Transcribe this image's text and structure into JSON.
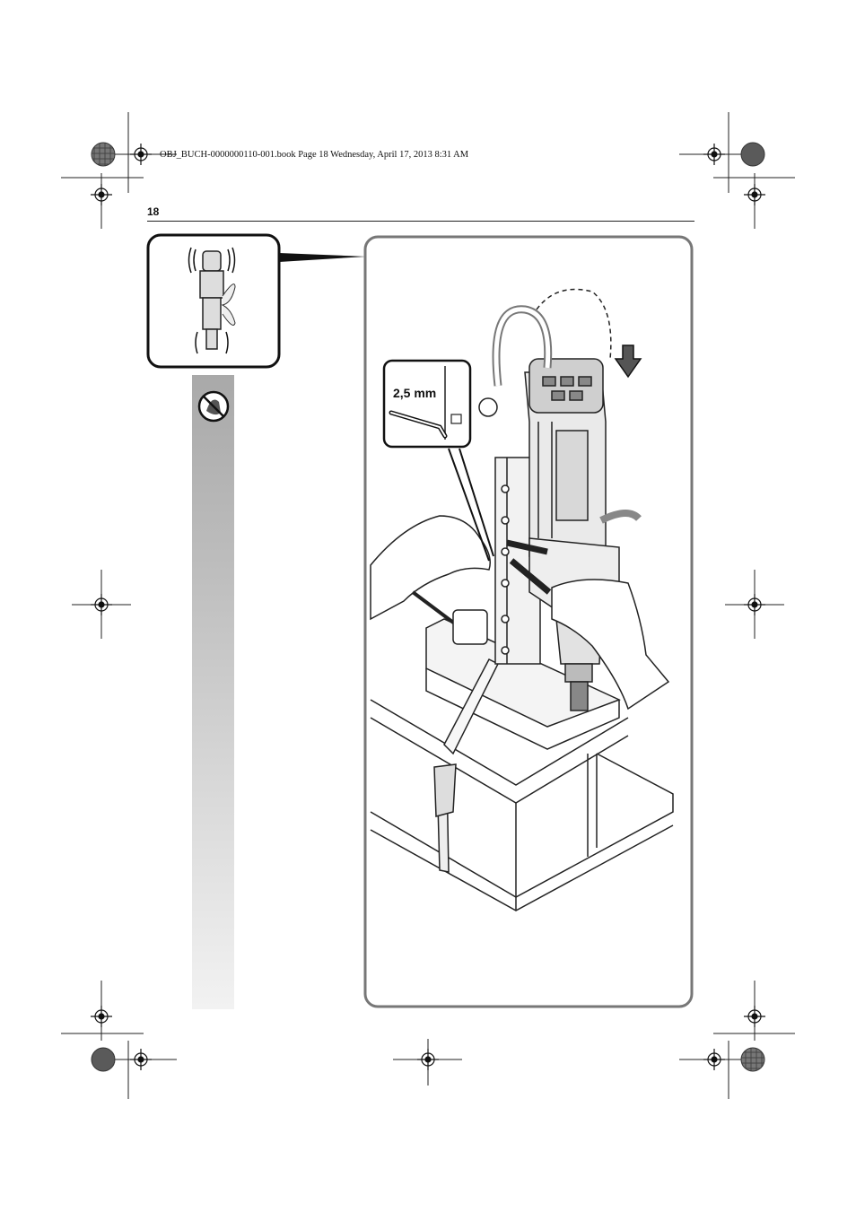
{
  "header": {
    "print_line": "OBJ_BUCH-0000000110-001.book  Page 18  Wednesday, April 17, 2013  8:31 AM",
    "page_number": "18"
  },
  "figure": {
    "inset_label": "2,5 mm"
  },
  "colors": {
    "outline": "#333333",
    "frame_gray": "#777777",
    "band_top": "#a9a9a9",
    "band_bottom": "#f2f2f2"
  }
}
